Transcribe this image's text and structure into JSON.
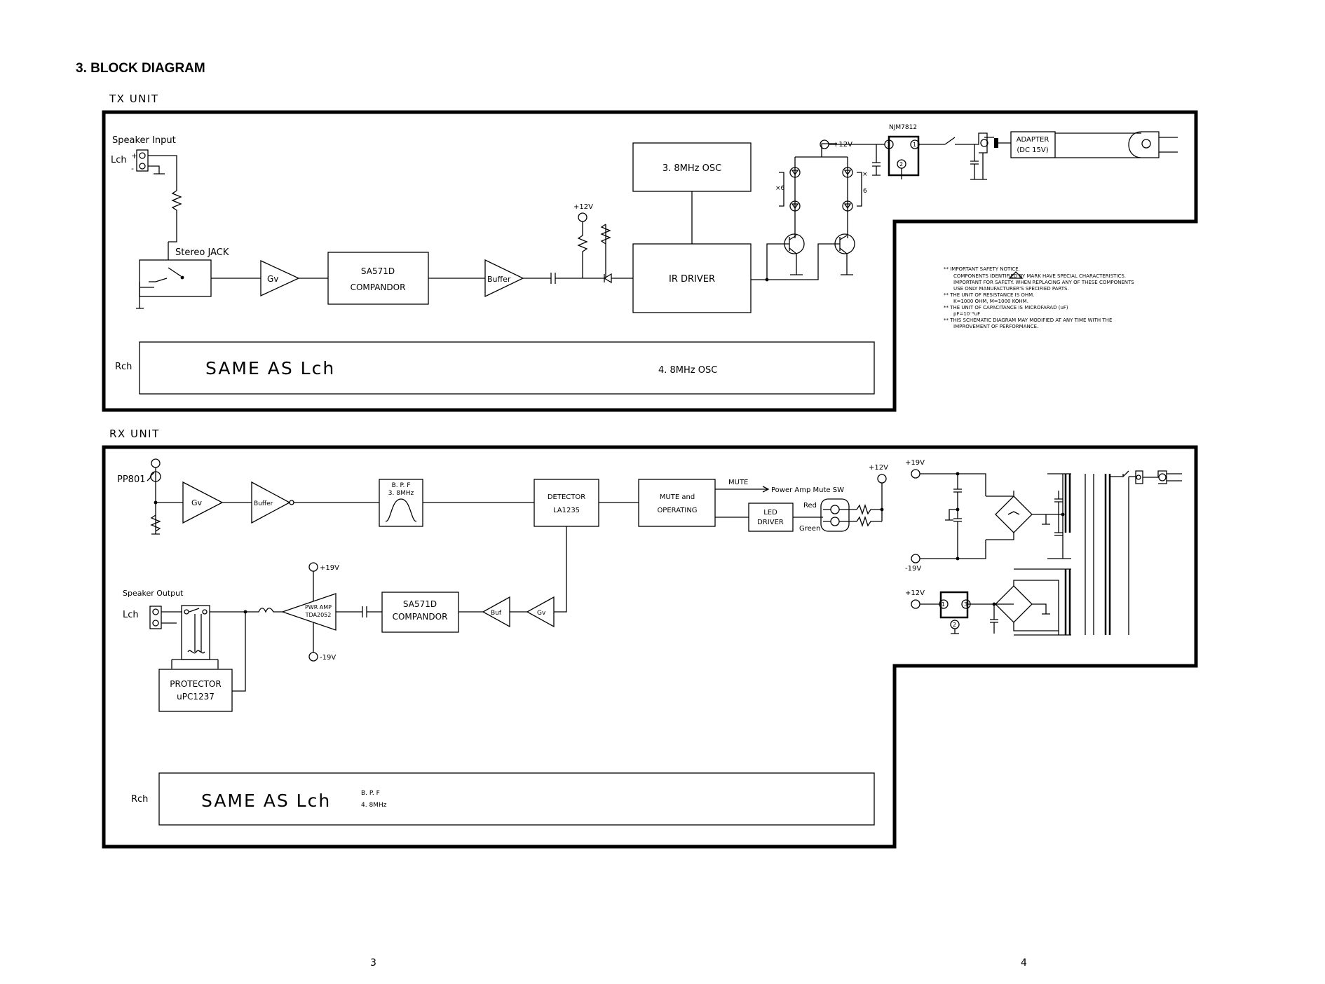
{
  "page": {
    "heading": "3. BLOCK DIAGRAM",
    "page_left": "3",
    "page_right": "4"
  },
  "tx": {
    "title": "TX UNIT",
    "speaker_input": "Speaker Input",
    "lch": "Lch",
    "plus": "+",
    "minus": "-",
    "stereo_jack": "Stereo JACK",
    "gv": "Gv",
    "compandor_chip": "SA571D",
    "compandor": "COMPANDOR",
    "buffer": "Buffer",
    "v12": "+12V",
    "osc": "3. 8MHz OSC",
    "ir_driver": "IR DRIVER",
    "x6": "×6",
    "x_mark": "×",
    "six": "6",
    "v12_reg": "+12V",
    "regulator": "NJM7812",
    "pin3": "3",
    "pin1": "1",
    "pin2": "2",
    "adapter": "ADAPTER",
    "adapter_dc": "(DC 15V)",
    "rch": "Rch",
    "same_as": "SAME AS Lch",
    "osc_r": "4. 8MHz OSC"
  },
  "notes": [
    "** IMPORTANT SAFETY NOTICE.",
    "COMPONENTS IDENTIFIED BY     MARK HAVE SPECIAL CHARACTERISTICS.",
    "IMPORTANT FOR SAFETY. WHEN REPLACING ANY OF THESE COMPONENTS",
    "USE ONLY MANUFACTURER'S SPECIFIED PARTS.",
    "** THE UNIT OF RESISTANCE IS OHM.",
    "K=1000 OHM, M=1000 KOHM.",
    "** THE UNIT OF CAPACITANCE IS MICROFARAD (uF)",
    "pF=10⁻⁶uF",
    "** THIS SCHEMATIC DIAGRAM MAY MODIFIED AT ANY TIME WITH THE",
    "IMPROVEMENT OF PERFORMANCE."
  ],
  "rx": {
    "title": "RX UNIT",
    "pp801": "PP801",
    "gv": "Gv",
    "buffer": "Buffer",
    "bpf": "B. P. F",
    "bpf_freq": "3. 8MHz",
    "detector": "DETECTOR",
    "detector_chip": "LA1235",
    "mute_and": "MUTE and",
    "operating": "OPERATING",
    "mute": "MUTE",
    "power_amp_mute": "Power Amp Mute SW",
    "v12": "+12V",
    "led": "LED",
    "driver": "DRIVER",
    "red": "Red",
    "green": "Green",
    "v19_pos": "+19V",
    "v19_neg": "-19V",
    "speaker_output": "Speaker Output",
    "lch": "Lch",
    "pwr_amp": "PWR AMP",
    "pwr_chip": "TDA2052",
    "compandor_chip": "SA571D",
    "compandor": "COMPANDOR",
    "buf": "Buf",
    "gv2": "Gv",
    "protector": "PROTECTOR",
    "protector_chip": "uPC1237",
    "ps_v19_pos": "+19V",
    "ps_v19_neg": "-19V",
    "ps_v12": "+12V",
    "pin1": "1",
    "pin3": "3",
    "pin2": "2",
    "rch": "Rch",
    "same_as": "SAME AS Lch",
    "bpf_r": "B. P. F",
    "bpf_r_freq": "4. 8MHz"
  },
  "colors": {
    "ink": "#000000",
    "paper": "#ffffff"
  }
}
